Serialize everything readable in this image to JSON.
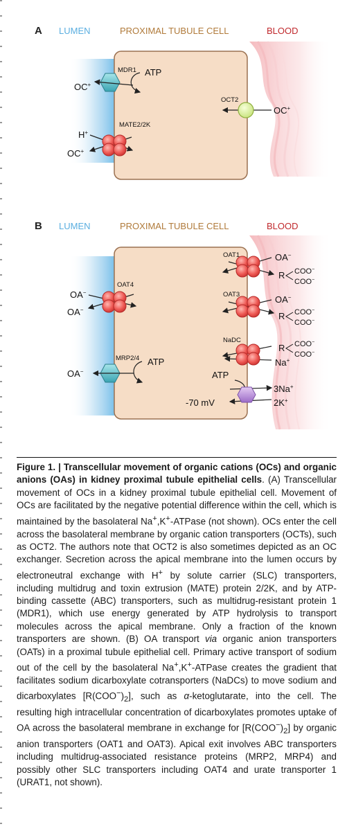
{
  "panel_a": {
    "letter": "A",
    "lumen": "LUMEN",
    "cell": "PROXIMAL TUBULE CELL",
    "blood": "BLOOD",
    "mdr1": "MDR1",
    "atp": "ATP",
    "oc_mdr1": "OC",
    "mate": "MATE2/2K",
    "h": "H",
    "oc_mate": "OC",
    "oct2": "OCT2",
    "oc_oct2": "OC",
    "plus": "+"
  },
  "panel_b": {
    "letter": "B",
    "lumen": "LUMEN",
    "cell": "PROXIMAL TUBULE CELL",
    "blood": "BLOOD",
    "oat4": "OAT4",
    "oa_oat4_top": "OA",
    "oa_oat4_bottom": "OA",
    "mrp": "MRP2/4",
    "atp_mrp": "ATP",
    "oa_mrp": "OA",
    "oat1": "OAT1",
    "oa_oat1": "OA",
    "r_oat1": "R",
    "oat3": "OAT3",
    "oa_oat3": "OA",
    "r_oat3": "R",
    "nadc": "NaDC",
    "r_nadc": "R",
    "na_nadc": "Na",
    "atp_pump": "ATP",
    "na3": "3Na",
    "k2": "2K",
    "voltage": "-70 mV",
    "coo": "COO",
    "minus": "−",
    "plus": "+"
  },
  "caption": {
    "title": "Figure 1. | Transcellular movement of organic cations (OCs) and organic anions (OAs) in kidney proximal tubule epithelial cells",
    "body_a": "(A) Transcellular movement of OCs in a kidney proximal tubule epithelial cell. Movement of OCs are facilitated by the negative potential difference within the cell, which is maintained by the basolateral Na",
    "body_b": "-ATPase (not shown). OCs enter the cell across the basolateral membrane by organic cation transporters (OCTs), such as OCT2. The authors note that OCT2 is also sometimes depicted as an OC exchanger. Secretion across the apical membrane into the lumen occurs by electroneutral exchange with H",
    "body_c": " by solute carrier (SLC) transporters, including multidrug and toxin extrusion (MATE) protein 2/2K, and by ATP-binding cassette (ABC) transporters, such as multidrug-resistant protein 1 (MDR1), which use energy generated by ATP hydrolysis to transport molecules across the apical membrane. Only a fraction of the known transporters are shown. (B) OA transport ",
    "via": "via",
    "body_d": " organic anion transporters (OATs) in a proximal tubule epithelial cell. Primary active transport of sodium out of the cell by the basolateral Na",
    "body_e": "-ATPase creates the gradient that facilitates sodium dicarboxylate cotransporters (NaDCs) to move sodium and dicarboxylates [R(COO",
    "body_f": ", such as ",
    "alpha": "α",
    "body_g": "-ketoglutarate, into the cell. The resulting high intracellular concentration of dicarboxylates promotes uptake of OA across the basolateral membrane in exchange for [R(COO",
    "body_h": " by organic anion transporters (OAT1 and OAT3). Apical exit involves ABC transporters including multidrug-associated resistance proteins (MRP2, MRP4) and possibly other SLC transporters including OAT4 and urate transporter 1 (URAT1, not shown).",
    "sup_plus": "+",
    "k": ",K",
    "sup_minus": "−",
    "close": ")",
    "sub2": "2",
    "bracket": "]",
    "period": "."
  }
}
